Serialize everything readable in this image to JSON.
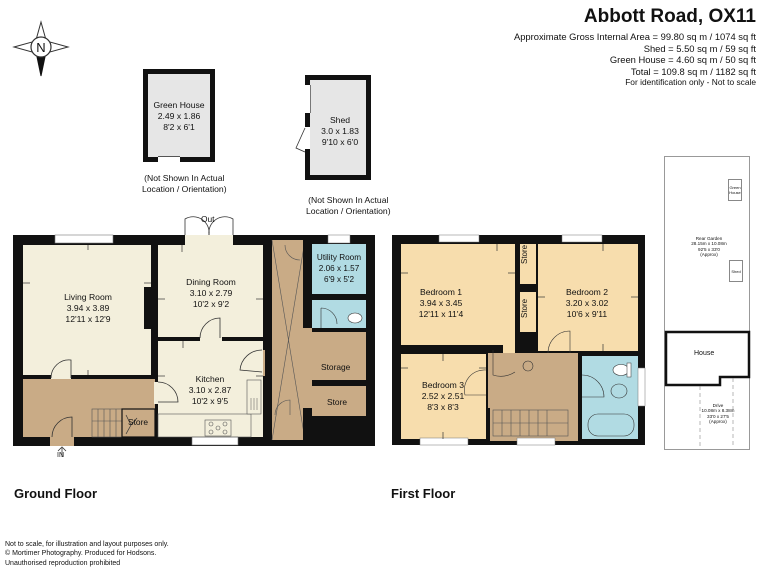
{
  "header": {
    "title": "Abbott Road, OX11",
    "areas": [
      "Approximate Gross Internal Area = 99.80 sq m / 1074 sq ft",
      "Shed = 5.50 sq m / 59 sq ft",
      "Green House = 4.60 sq m / 50 sq ft",
      "Total = 109.8 sq m / 1182 sq ft"
    ],
    "note": "For identification only - Not to scale"
  },
  "compass": {
    "label": "N"
  },
  "outbuildings": {
    "green_house": {
      "name": "Green House",
      "metric": "2.49 x 1.86",
      "imperial": "8'2 x 6'1",
      "caption_1": "(Not Shown In Actual",
      "caption_2": "Location / Orientation)"
    },
    "shed": {
      "name": "Shed",
      "metric": "3.0 x 1.83",
      "imperial": "9'10 x 6'0",
      "caption_1": "(Not Shown In Actual",
      "caption_2": "Location / Orientation)"
    }
  },
  "ground_floor": {
    "label": "Ground Floor",
    "out_label": "Out",
    "in_label": "IN",
    "rooms": {
      "living_room": {
        "name": "Living Room",
        "metric": "3.94 x 3.89",
        "imperial": "12'11 x 12'9"
      },
      "dining_room": {
        "name": "Dining Room",
        "metric": "3.10 x 2.79",
        "imperial": "10'2 x 9'2"
      },
      "kitchen": {
        "name": "Kitchen",
        "metric": "3.10 x 2.87",
        "imperial": "10'2 x 9'5"
      },
      "utility_room": {
        "name": "Utility Room",
        "metric": "2.06 x 1.57",
        "imperial": "6'9 x 5'2"
      },
      "store_hall": {
        "name": "Store"
      },
      "storage": {
        "name": "Storage"
      },
      "store_side": {
        "name": "Store"
      }
    }
  },
  "first_floor": {
    "label": "First Floor",
    "rooms": {
      "bedroom_1": {
        "name": "Bedroom 1",
        "metric": "3.94 x 3.45",
        "imperial": "12'11 x 11'4"
      },
      "bedroom_2": {
        "name": "Bedroom 2",
        "metric": "3.20 x 3.02",
        "imperial": "10'6 x 9'11"
      },
      "bedroom_3": {
        "name": "Bedroom 3",
        "metric": "2.52 x 2.51",
        "imperial": "8'3 x 8'3"
      },
      "store_upper": {
        "name": "Store"
      },
      "store_lower": {
        "name": "Store"
      }
    }
  },
  "site_plan": {
    "green_house": "Green House",
    "shed": "Shed",
    "rear_garden": {
      "name": "Rear Garden",
      "metric": "28.15m x 10.08m",
      "imperial": "92'5 x 33'0",
      "note": "(Approx)"
    },
    "house": "House",
    "drive": {
      "name": "Drive",
      "metric": "10.08m x 8.38m",
      "imperial": "33'0 x 27'5",
      "note": "(Approx)"
    }
  },
  "footer": {
    "disclaimer": [
      "Not to scale, for illustration and layout purposes only.",
      "© Mortimer Photography. Produced for Hodsons.",
      "Unauthorised reproduction prohibited"
    ]
  },
  "colors": {
    "wall": "#111111",
    "living_cream": "#f3efdc",
    "hall_tan": "#c9ab86",
    "bedroom_yellow": "#f7ddad",
    "bathroom_blue": "#b1dbe3",
    "outbuilding_grey": "#e6e6e6",
    "site_line": "#888888"
  }
}
